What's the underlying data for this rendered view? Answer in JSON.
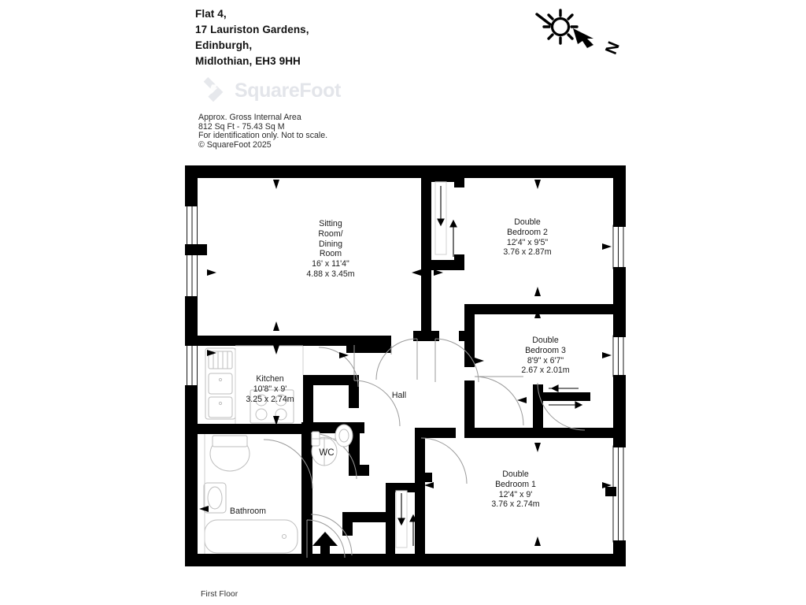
{
  "header": {
    "address_lines": [
      "Flat 4,",
      "17 Lauriston Gardens,",
      "Edinburgh,",
      "Midlothian, EH3 9HH"
    ]
  },
  "logo": {
    "wordmark": "SquareFoot",
    "mark_icon": "diamond-s-logo-icon",
    "color": "#e3e5ea"
  },
  "compass": {
    "north_label": "N",
    "sun_icon": "sun-icon",
    "arrow_icon": "north-arrow-icon"
  },
  "area_notes": [
    "Approx. Gross Internal Area",
    "812 Sq Ft  -  75.43 Sq M",
    "For identification only. Not to scale.",
    "© SquareFoot 2025"
  ],
  "footer": {
    "floor_label": "First Floor"
  },
  "plan": {
    "wall_color": "#000000",
    "floor_color": "#ffffff",
    "fixture_stroke": "#bcbcbc",
    "rooms": [
      {
        "key": "sitting_dining",
        "name_lines": [
          "Sitting",
          "Room/",
          "Dining",
          "Room"
        ],
        "dim_imperial": "16' x 11'4\"",
        "dim_metric": "4.88 x 3.45m"
      },
      {
        "key": "bedroom2",
        "name_lines": [
          "Double",
          "Bedroom 2"
        ],
        "dim_imperial": "12'4\" x 9'5\"",
        "dim_metric": "3.76 x 2.87m"
      },
      {
        "key": "bedroom3",
        "name_lines": [
          "Double",
          "Bedroom 3"
        ],
        "dim_imperial": "8'9\" x 6'7\"",
        "dim_metric": "2.67 x 2.01m"
      },
      {
        "key": "bedroom1",
        "name_lines": [
          "Double",
          "Bedroom 1"
        ],
        "dim_imperial": "12'4\" x 9'",
        "dim_metric": "3.76 x 2.74m"
      },
      {
        "key": "kitchen",
        "name_lines": [
          "Kitchen"
        ],
        "dim_imperial": "10'8\" x 9'",
        "dim_metric": "3.25 x 2.74m"
      },
      {
        "key": "hall",
        "name_lines": [
          "Hall"
        ],
        "dim_imperial": "",
        "dim_metric": ""
      },
      {
        "key": "wc",
        "name_lines": [
          "WC"
        ],
        "dim_imperial": "",
        "dim_metric": ""
      },
      {
        "key": "bathroom",
        "name_lines": [
          "Bathroom"
        ],
        "dim_imperial": "",
        "dim_metric": ""
      }
    ],
    "fixtures": [
      "kitchen-sink-icon",
      "kitchen-hob-icon",
      "wc-toilet-icon",
      "wc-basin-icon",
      "bathroom-toilet-icon",
      "bathroom-basin-icon",
      "bathroom-bath-icon"
    ],
    "markers": {
      "entrance_icon": "entrance-arrow-icon",
      "dimension_icon": "dimension-arrow-icon",
      "cupboard_icon": "cupboard-sliding-door-icon"
    }
  }
}
